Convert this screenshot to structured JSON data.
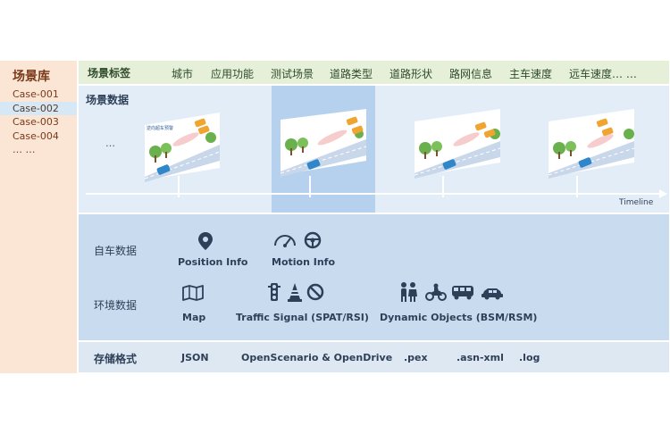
{
  "library": {
    "title": "场景库",
    "cases": [
      "Case-001",
      "Case-002",
      "Case-003",
      "Case-004",
      "… …"
    ],
    "selected_index": 1
  },
  "tags": {
    "title": "场景标签",
    "items": [
      "城市",
      "应用功能",
      "测试场景",
      "道路类型",
      "道路形状",
      "路网信息",
      "主车速度",
      "远车速度… …"
    ]
  },
  "scene_data": {
    "title": "场景数据",
    "ellipsis": "…",
    "thumb_caption": "逆向超车预警",
    "timeline_label": "Timeline"
  },
  "ego_data": {
    "label": "自车数据",
    "items": [
      {
        "label": "Position Info",
        "icons": [
          "location-pin-icon"
        ]
      },
      {
        "label": "Motion Info",
        "icons": [
          "speedometer-icon",
          "steering-wheel-icon"
        ]
      }
    ]
  },
  "env_data": {
    "label": "环境数据",
    "items": [
      {
        "label": "Map",
        "icons": [
          "map-icon"
        ]
      },
      {
        "label": "Traffic Signal (SPAT/RSI)",
        "icons": [
          "traffic-light-icon",
          "traffic-cone-icon",
          "no-entry-icon"
        ]
      },
      {
        "label": "Dynamic Objects (BSM/RSM)",
        "icons": [
          "pedestrians-icon",
          "motorcycle-icon",
          "bus-icon",
          "car-icon"
        ]
      }
    ]
  },
  "storage": {
    "label": "存储格式",
    "formats": [
      "JSON",
      "OpenScenario & OpenDrive",
      ".pex",
      ".asn-xml",
      ".log"
    ]
  },
  "colors": {
    "library_bg": "#fbe6d6",
    "tag_bg": "#e6f0d8",
    "scene_bg": "#e3edf8",
    "selected_bg": "#b6d1ee",
    "data_bg": "#c9dcef",
    "text_dark": "#2e3f57"
  }
}
